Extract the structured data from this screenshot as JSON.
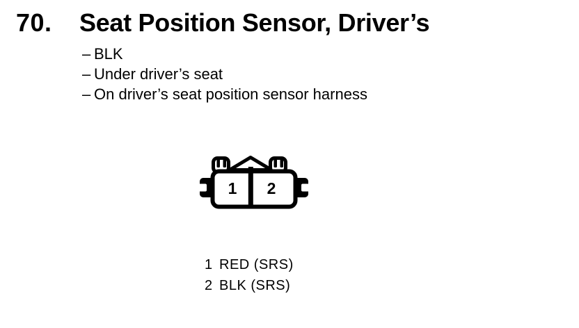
{
  "page": {
    "background_color": "#ffffff",
    "ink_color": "#000000"
  },
  "header": {
    "item_number": "70.",
    "title": "Seat Position Sensor, Driver’s"
  },
  "details": {
    "bullet_char": "–",
    "items": [
      "BLK",
      "Under driver’s seat",
      "On driver’s seat position sensor harness"
    ]
  },
  "connector": {
    "type": "2-cavity connector, front view",
    "pins": [
      "1",
      "2"
    ]
  },
  "legend": {
    "rows": [
      {
        "pin": "1",
        "wire": "RED (SRS)"
      },
      {
        "pin": "2",
        "wire": "BLK (SRS)"
      }
    ]
  }
}
